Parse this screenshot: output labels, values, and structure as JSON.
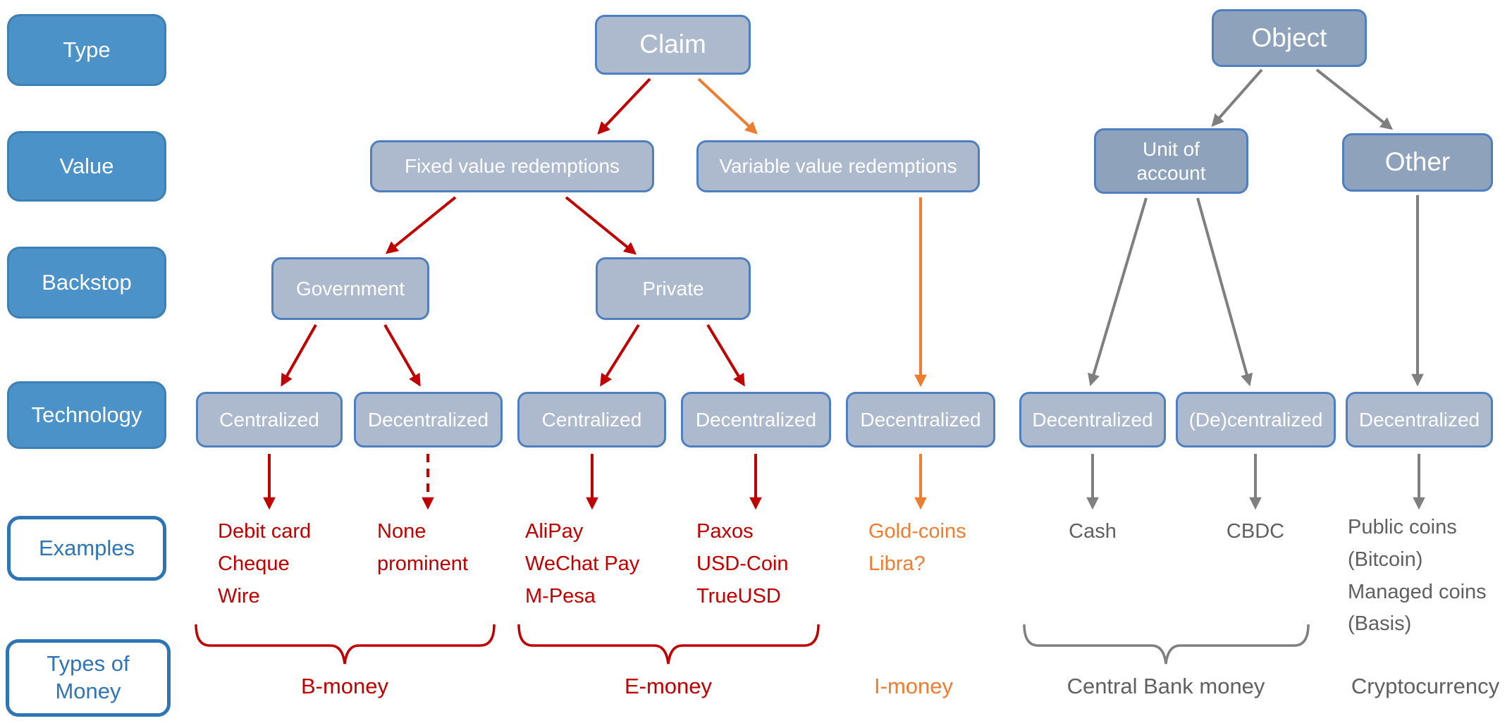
{
  "colors": {
    "row_label_fill": "#4a92c8",
    "row_label_outline": "#2e75b6",
    "node_fill_light": "#adbacd",
    "node_fill_dark": "#8fa2bb",
    "node_border": "#4e7fc0",
    "claim_branch": "#c00000",
    "variable_branch": "#ed7d31",
    "object_branch": "#7f7f7f",
    "example_gray_text": "#606060"
  },
  "rows": {
    "type": "Type",
    "value": "Value",
    "backstop": "Backstop",
    "technology": "Technology",
    "examples": "Examples",
    "types_of_money": "Types of\nMoney"
  },
  "nodes": {
    "claim": "Claim",
    "object": "Object",
    "fixed": "Fixed value redemptions",
    "variable": "Variable value redemptions",
    "unit_of_account": "Unit of\naccount",
    "other": "Other",
    "government": "Government",
    "private": "Private",
    "tech": [
      "Centralized",
      "Decentralized",
      "Centralized",
      "Decentralized",
      "Decentralized",
      "Decentralized",
      "(De)centralized",
      "Decentralized"
    ]
  },
  "examples": {
    "b_centralized": "Debit card\nCheque\nWire",
    "b_decentralized": "None\nprominent",
    "e_centralized": "AliPay\nWeChat Pay\nM-Pesa",
    "e_decentralized": "Paxos\nUSD-Coin\nTrueUSD",
    "i_money": "Gold-coins\nLibra?",
    "cash": "Cash",
    "cbdc": "CBDC",
    "crypto": "Public coins\n(Bitcoin)\nManaged coins\n(Basis)"
  },
  "money_types": {
    "b": "B-money",
    "e": "E-money",
    "i": "I-money",
    "central_bank": "Central Bank money",
    "crypto": "Cryptocurrency"
  }
}
